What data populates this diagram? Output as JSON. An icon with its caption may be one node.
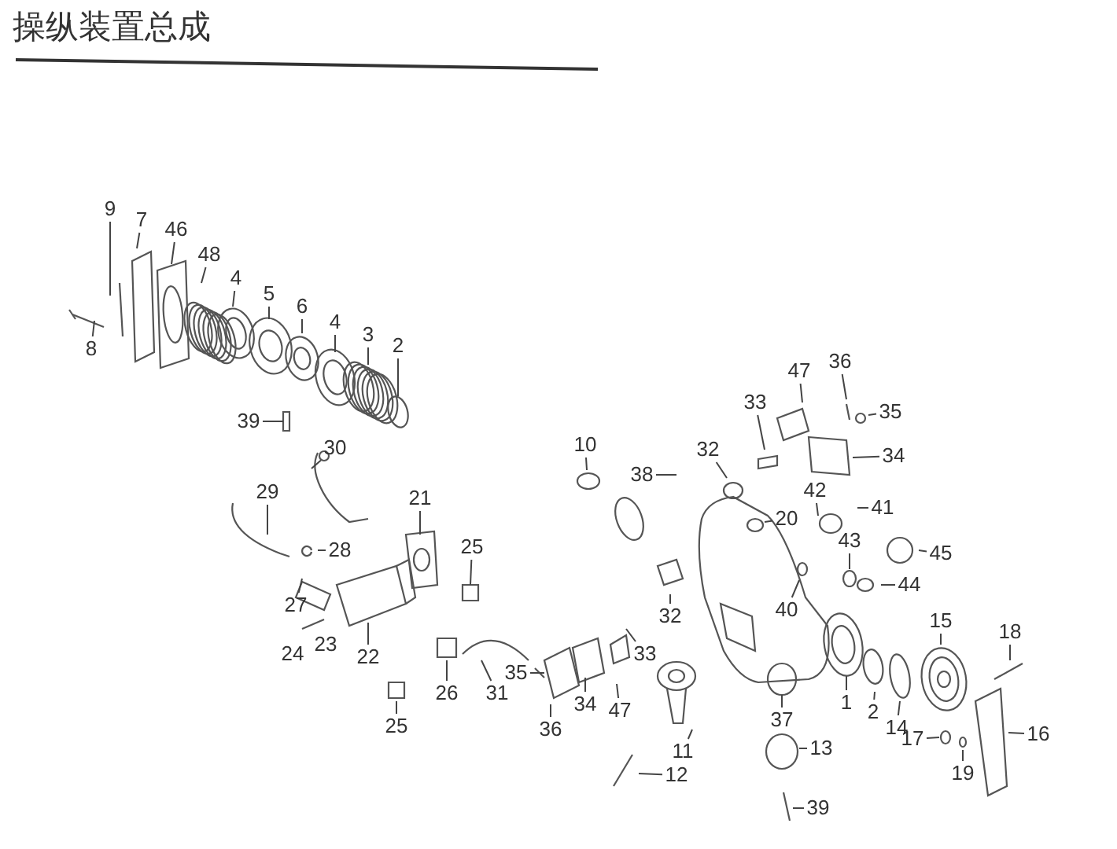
{
  "diagram": {
    "title": "操纵装置总成",
    "nodes": [
      {
        "text": [
          "9"
        ]
      },
      {
        "text": [
          "7"
        ]
      },
      {
        "text": [
          "46"
        ]
      },
      {
        "text": [
          "48"
        ]
      },
      {
        "text": [
          "4"
        ]
      },
      {
        "text": [
          "5"
        ]
      },
      {
        "text": [
          "6"
        ]
      },
      {
        "text": [
          "4"
        ]
      },
      {
        "text": [
          "3"
        ]
      },
      {
        "text": [
          "2"
        ]
      },
      {
        "text": [
          "8"
        ]
      },
      {
        "text": [
          "39"
        ]
      },
      {
        "text": [
          "30"
        ]
      },
      {
        "text": [
          "29"
        ]
      },
      {
        "text": [
          "21"
        ]
      },
      {
        "text": [
          "28"
        ]
      },
      {
        "text": [
          "25"
        ]
      },
      {
        "text": [
          "27"
        ]
      },
      {
        "text": [
          "22"
        ]
      },
      {
        "text": [
          "26"
        ]
      },
      {
        "text": [
          "31"
        ]
      },
      {
        "text": [
          "25"
        ]
      },
      {
        "text": [
          "35"
        ]
      },
      {
        "text": [
          "36"
        ]
      },
      {
        "text": [
          "34"
        ]
      },
      {
        "text": [
          "47"
        ]
      },
      {
        "text": [
          "33"
        ]
      },
      {
        "text": [
          "32"
        ]
      },
      {
        "text": [
          "10"
        ]
      },
      {
        "text": [
          "38"
        ]
      },
      {
        "text": [
          "32"
        ]
      },
      {
        "text": [
          "33"
        ]
      },
      {
        "text": [
          "47"
        ]
      },
      {
        "text": [
          "36"
        ]
      },
      {
        "text": [
          "35"
        ]
      },
      {
        "text": [
          "34"
        ]
      },
      {
        "text": [
          "20"
        ]
      },
      {
        "text": [
          "42"
        ]
      },
      {
        "text": [
          "41"
        ]
      },
      {
        "text": [
          "40"
        ]
      },
      {
        "text": [
          "43"
        ]
      },
      {
        "text": [
          "45"
        ]
      },
      {
        "text": [
          "44"
        ]
      },
      {
        "text": [
          "1"
        ]
      },
      {
        "text": [
          "2"
        ]
      },
      {
        "text": [
          "14"
        ]
      },
      {
        "text": [
          "15"
        ]
      },
      {
        "text": [
          "18"
        ]
      },
      {
        "text": [
          "16"
        ]
      },
      {
        "text": [
          "17"
        ]
      },
      {
        "text": [
          "19"
        ]
      },
      {
        "text": [
          "37"
        ]
      },
      {
        "text": [
          "11"
        ]
      },
      {
        "text": [
          "13"
        ]
      },
      {
        "text": [
          "12"
        ]
      },
      {
        "text": [
          "39"
        ]
      }
    ],
    "edges": [
      {
        "from": 0,
        "to": null,
        "arrow": "none"
      },
      {
        "from": 1,
        "to": null,
        "arrow": "none"
      },
      {
        "from": 2,
        "to": null,
        "arrow": "none"
      },
      {
        "from": 3,
        "to": null,
        "arrow": "none"
      },
      {
        "from": 4,
        "to": null,
        "arrow": "none"
      },
      {
        "from": 5,
        "to": null,
        "arrow": "none"
      },
      {
        "from": 6,
        "to": null,
        "arrow": "none"
      },
      {
        "from": 7,
        "to": null,
        "arrow": "none"
      },
      {
        "from": 8,
        "to": null,
        "arrow": "none"
      },
      {
        "from": 9,
        "to": null,
        "arrow": "none"
      },
      {
        "from": 10,
        "to": null,
        "arrow": "none"
      },
      {
        "from": 11,
        "to": null,
        "arrow": "none"
      },
      {
        "from": 12,
        "to": null,
        "arrow": "none"
      },
      {
        "from": 13,
        "to": null,
        "arrow": "none"
      },
      {
        "from": 14,
        "to": null,
        "arrow": "none"
      },
      {
        "from": 15,
        "to": null,
        "arrow": "none"
      },
      {
        "from": 16,
        "to": null,
        "arrow": "none"
      },
      {
        "from": 17,
        "to": null,
        "arrow": "none"
      },
      {
        "from": 18,
        "to": null,
        "arrow": "none"
      },
      {
        "from": 19,
        "to": null,
        "arrow": "none"
      },
      {
        "from": 20,
        "to": null,
        "arrow": "none"
      },
      {
        "from": 21,
        "to": null,
        "arrow": "none"
      },
      {
        "from": 22,
        "to": null,
        "arrow": "none"
      },
      {
        "from": 23,
        "to": null,
        "arrow": "none"
      },
      {
        "from": 24,
        "to": null,
        "arrow": "none"
      },
      {
        "from": 25,
        "to": null,
        "arrow": "none"
      },
      {
        "from": 26,
        "to": null,
        "arrow": "none"
      },
      {
        "from": 27,
        "to": null,
        "arrow": "none"
      },
      {
        "from": 28,
        "to": null,
        "arrow": "none"
      },
      {
        "from": 29,
        "to": null,
        "arrow": "none"
      },
      {
        "from": 30,
        "to": null,
        "arrow": "none"
      },
      {
        "from": 31,
        "to": null,
        "arrow": "none"
      },
      {
        "from": 32,
        "to": null,
        "arrow": "none"
      },
      {
        "from": 33,
        "to": null,
        "arrow": "none"
      },
      {
        "from": 34,
        "to": null,
        "arrow": "none"
      },
      {
        "from": 35,
        "to": null,
        "arrow": "none"
      },
      {
        "from": 36,
        "to": null,
        "arrow": "none"
      },
      {
        "from": 37,
        "to": null,
        "arrow": "none"
      },
      {
        "from": 38,
        "to": null,
        "arrow": "none"
      },
      {
        "from": 39,
        "to": null,
        "arrow": "none"
      },
      {
        "from": 40,
        "to": null,
        "arrow": "none"
      },
      {
        "from": 41,
        "to": null,
        "arrow": "none"
      },
      {
        "from": 42,
        "to": null,
        "arrow": "none"
      },
      {
        "from": 43,
        "to": null,
        "arrow": "none"
      },
      {
        "from": 44,
        "to": null,
        "arrow": "none"
      },
      {
        "from": 45,
        "to": null,
        "arrow": "none"
      },
      {
        "from": 46,
        "to": null,
        "arrow": "none"
      },
      {
        "from": 47,
        "to": null,
        "arrow": "none"
      },
      {
        "from": 48,
        "to": null,
        "arrow": "none"
      },
      {
        "from": 49,
        "to": null,
        "arrow": "none"
      },
      {
        "from": 50,
        "to": null,
        "arrow": "none"
      },
      {
        "from": 51,
        "to": null,
        "arrow": "none"
      },
      {
        "from": 52,
        "to": null,
        "arrow": "none"
      },
      {
        "from": 53,
        "to": null,
        "arrow": "none"
      },
      {
        "from": 54,
        "to": null,
        "arrow": "none"
      },
      {
        "from": 55,
        "to": null,
        "arrow": "none"
      }
    ],
    "labels": [
      "24",
      "23"
    ]
  }
}
